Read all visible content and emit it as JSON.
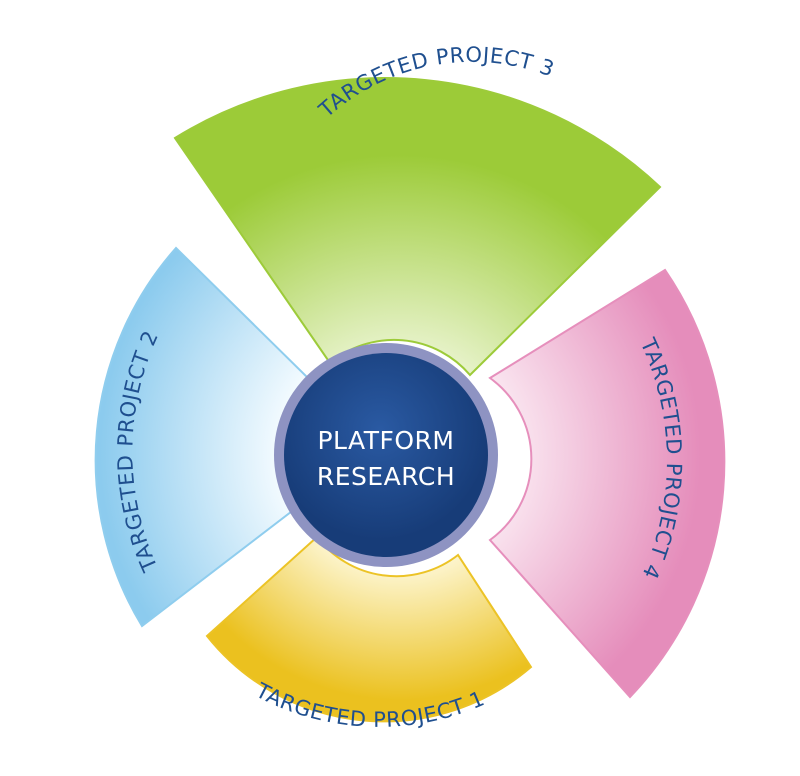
{
  "diagram": {
    "center": {
      "line1": "PLATFORM",
      "line2": "RESEARCH",
      "fill_color": "#1f4a8e",
      "ring_color": "#8e93c2"
    },
    "segments": [
      {
        "label": "TARGETED PROJECT 3",
        "color": "#9dcb3a",
        "light": "#f6fbe6"
      },
      {
        "label": "TARGETED PROJECT 4",
        "color": "#e68fbc",
        "light": "#fdf0f6"
      },
      {
        "label": "TARGETED PROJECT 1",
        "color": "#ecc326",
        "light": "#fffbe0"
      },
      {
        "label": "TARGETED PROJECT 2",
        "color": "#8fcdee",
        "light": "#f1f9fe"
      }
    ]
  }
}
